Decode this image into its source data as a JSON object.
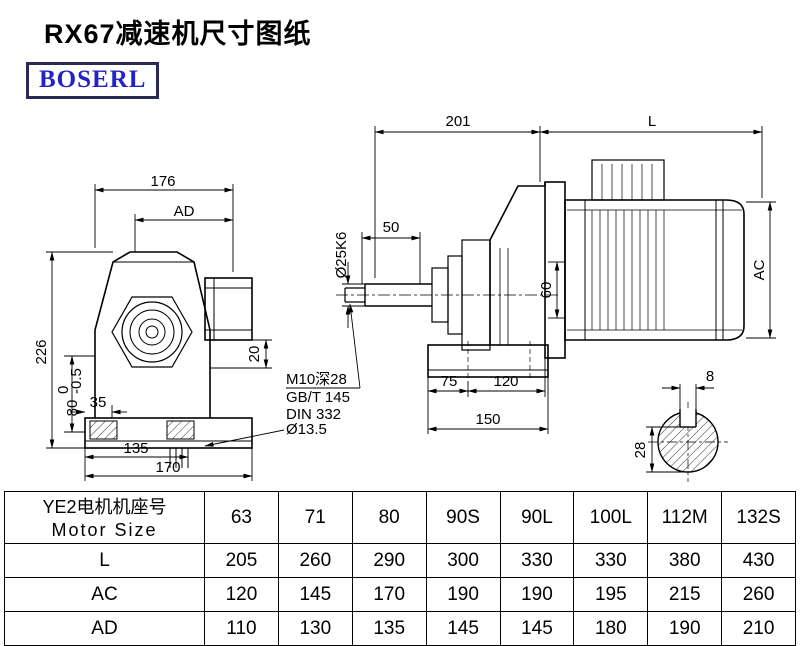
{
  "page": {
    "title": "RX67减速机尺寸图纸",
    "logo": "BOSERL"
  },
  "drawing": {
    "front_view": {
      "d176": "176",
      "dAD": "AD",
      "d226": "226",
      "d80": "80",
      "d80_tol_up": "0",
      "d80_tol_low": "-0.5",
      "d20": "20",
      "d35": "35",
      "d135": "135",
      "d170": "170",
      "d13_5": "Ø13.5"
    },
    "side_view": {
      "d201": "201",
      "dL": "L",
      "d50": "50",
      "d25": "Ø25K6",
      "d60": "60",
      "dAC": "AC",
      "note_m10": "M10深28",
      "note_gbt": "GB/T 145",
      "note_din": "DIN 332",
      "d75": "75",
      "d120": "120",
      "d150": "150"
    },
    "shaft_section": {
      "d8": "8",
      "d28": "28"
    }
  },
  "table": {
    "header": {
      "motor_size_cn": "YE2电机机座号",
      "motor_size_en": "Motor Size",
      "sizes": [
        "63",
        "71",
        "80",
        "90S",
        "90L",
        "100L",
        "112M",
        "132S"
      ]
    },
    "rows": [
      {
        "label": "L",
        "values": [
          "205",
          "260",
          "290",
          "300",
          "330",
          "330",
          "380",
          "430"
        ]
      },
      {
        "label": "AC",
        "values": [
          "120",
          "145",
          "170",
          "190",
          "190",
          "195",
          "215",
          "260"
        ]
      },
      {
        "label": "AD",
        "values": [
          "110",
          "130",
          "135",
          "145",
          "145",
          "180",
          "190",
          "210"
        ]
      }
    ]
  }
}
